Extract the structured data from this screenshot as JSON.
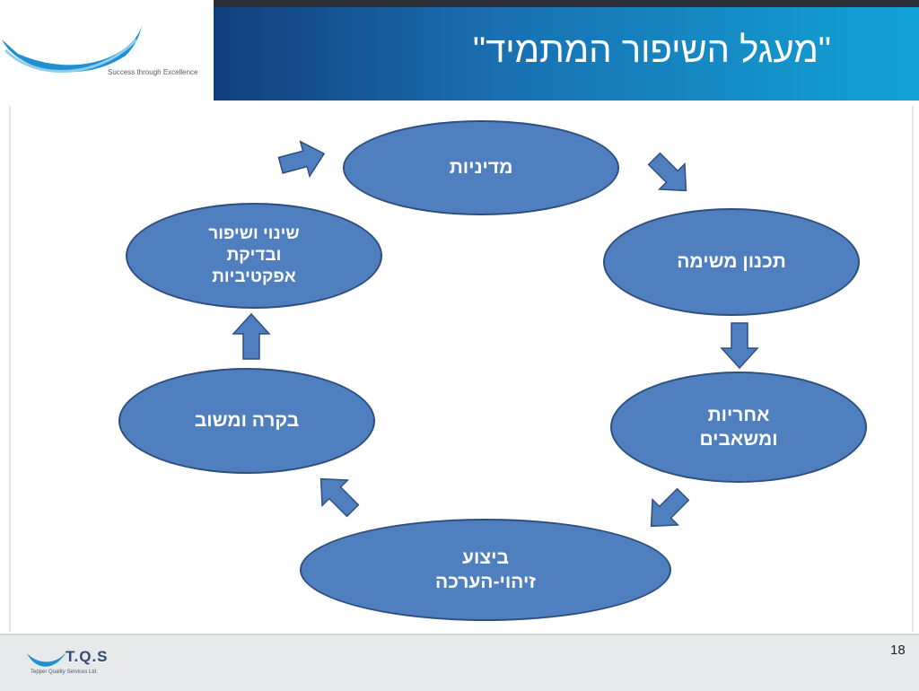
{
  "header": {
    "title": "\"מעגל השיפור המתמיד\"",
    "logo_tagline": "Success through Excellence"
  },
  "cycle": {
    "nodes": [
      {
        "id": "policy",
        "label": "מדיניות"
      },
      {
        "id": "task-planning",
        "label": "תכנון משימה"
      },
      {
        "id": "responsibility",
        "label": "אחריות\nומשאבים"
      },
      {
        "id": "execution",
        "label": "ביצוע\nזיהוי-הערכה"
      },
      {
        "id": "control",
        "label": "בקרה ומשוב"
      },
      {
        "id": "change",
        "label": "שינוי ושיפור\nובדיקת\nאפקטיביות"
      }
    ],
    "node_fill": "#4f7fbf",
    "node_border": "#2e4f7e",
    "arrow_fill": "#4f7fbf"
  },
  "footer": {
    "company": "T.Q.S",
    "company_full": "Tepper Quality Services Ltd.",
    "page_number": "18"
  }
}
